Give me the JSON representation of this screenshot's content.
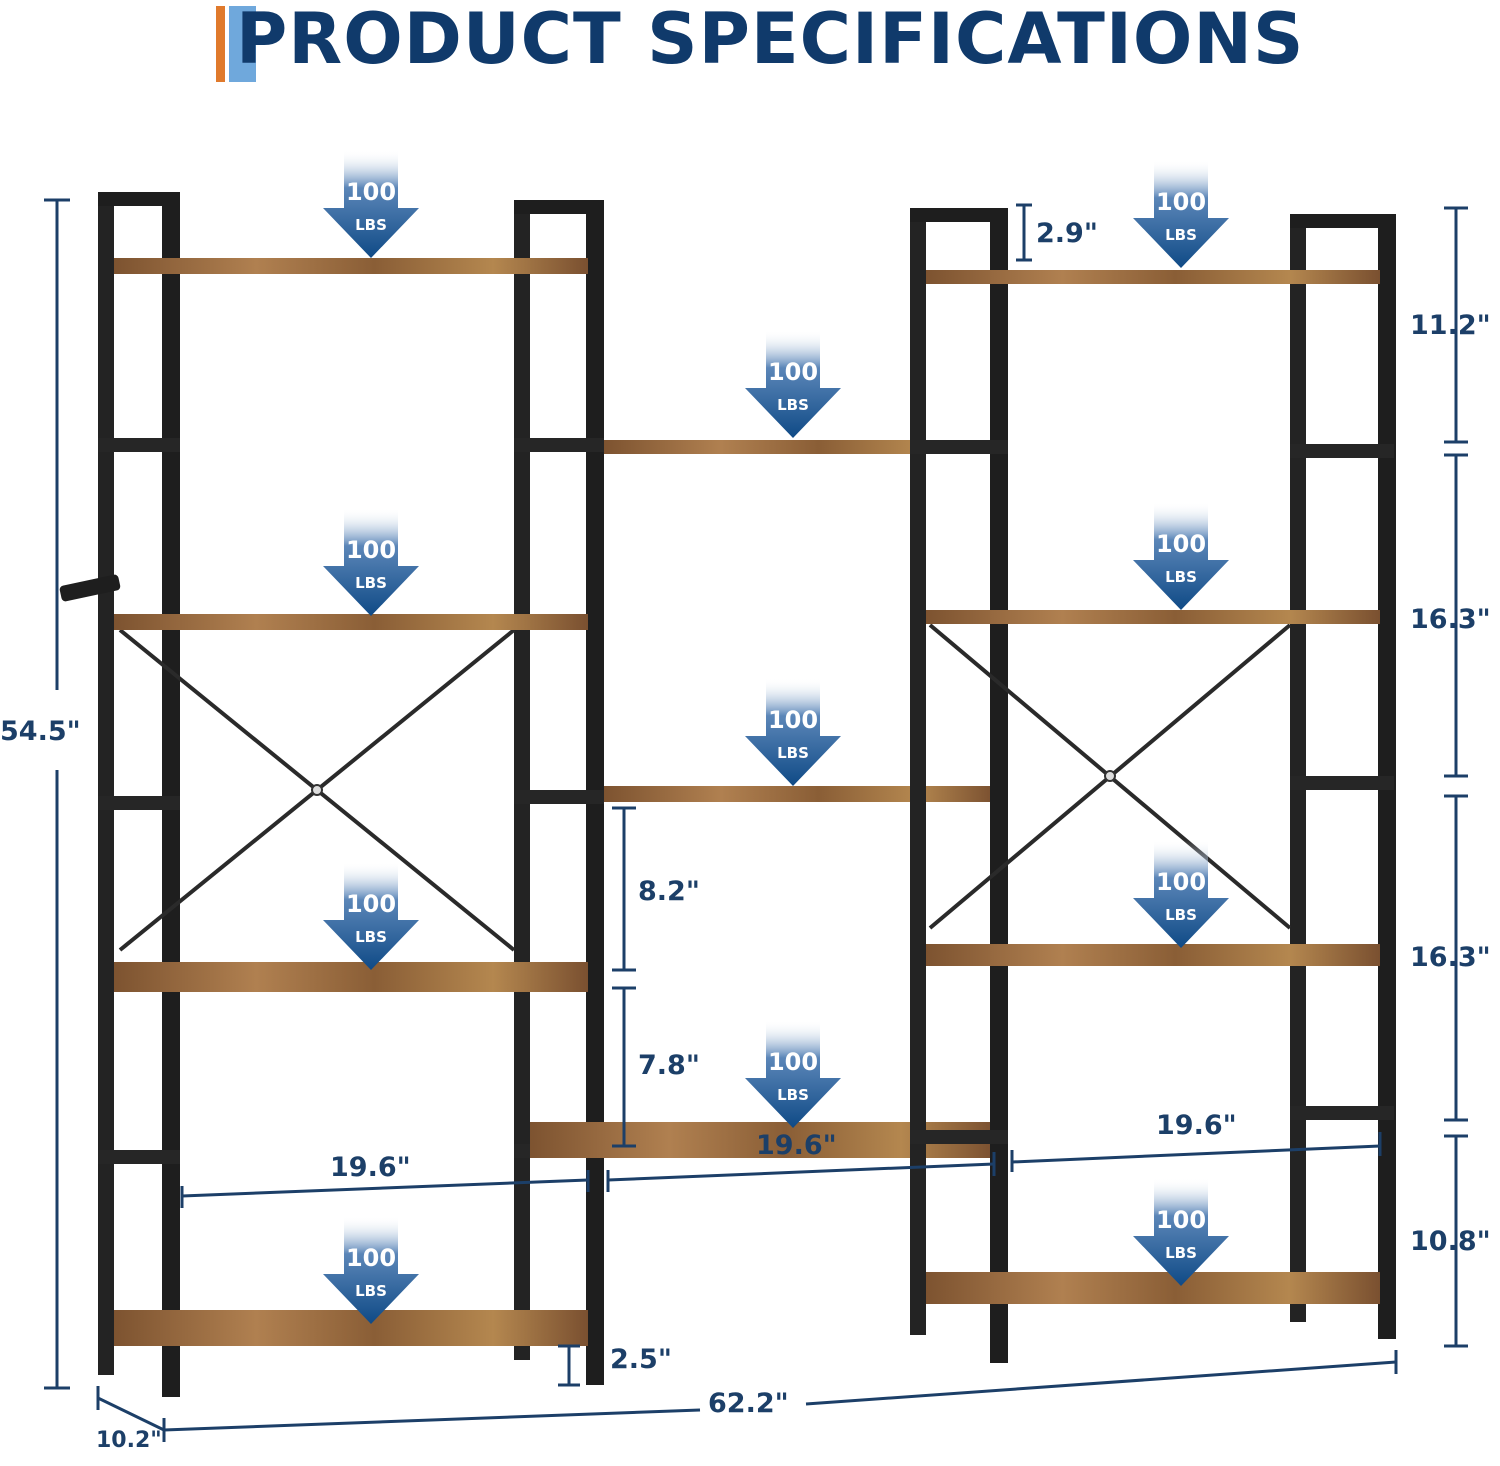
{
  "title": "PRODUCT SPECIFICATIONS",
  "colors": {
    "navy": "#103a6b",
    "accent_orange": "#e07a2c",
    "accent_blue": "#6fa8dc",
    "frame_black": "#1e1e1e",
    "wood": "#9a6b3c",
    "arrow_blue": "#0f4a86"
  },
  "load_badge": {
    "value": "100",
    "unit": "LBS"
  },
  "dimensions": {
    "total_height": "54.5\"",
    "total_width": "62.2\"",
    "depth": "10.2\"",
    "top_gap": "2.9\"",
    "right_section_1": "11.2\"",
    "right_section_2": "16.3\"",
    "right_section_3": "16.3\"",
    "right_section_4": "10.8\"",
    "middle_gap_upper": "8.2\"",
    "middle_gap_lower": "7.8\"",
    "left_shelf_width": "19.6\"",
    "middle_shelf_width": "19.6\"",
    "right_shelf_width": "19.6\"",
    "foot_height": "2.5\""
  }
}
